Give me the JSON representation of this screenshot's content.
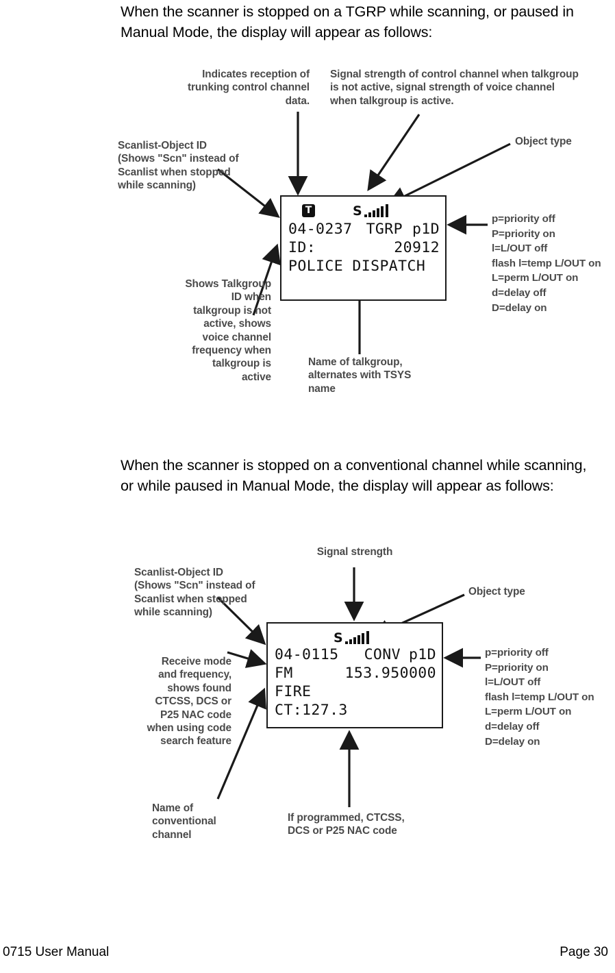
{
  "document": {
    "paragraphs": [
      "When the scanner is stopped on a TGRP while scanning, or paused in Manual Mode, the display will appear as follows:",
      "When the scanner is stopped on a conventional channel while scanning, or while paused in Manual Mode, the display will appear as follows:"
    ],
    "footer": {
      "left": "0715 User Manual",
      "right": "Page 30"
    }
  },
  "figure_1": {
    "callouts": {
      "trunking_data": "Indicates reception of\ntrunking control channel\ndata.",
      "signal_strength": "Signal strength of control channel when talkgroup\nis not active, signal strength of voice channel\nwhen talkgroup is active.",
      "scanlist_object_id": "Scanlist-Object ID\n(Shows \"Scn\"  instead of\nScanlist when stopped\nwhile scanning)",
      "object_type": "Object type",
      "talkgroup_id": "Shows Talkgroup\nID when\ntalkgroup is not\nactive, shows\nvoice channel\nfrequency when\ntalkgroup is\nactive",
      "talkgroup_name": "Name of talkgroup,\nalternates with TSYS\nname"
    },
    "legend": [
      "p=priority off",
      "P=priority on",
      "l=L/OUT off",
      "flash l=temp L/OUT on",
      "L=perm L/OUT on",
      "d=delay off",
      "D=delay on"
    ],
    "lcd": {
      "trunk_icon": "T",
      "signal_label": "S",
      "signal_bars": 6,
      "line1_left": "04-0237",
      "line1_mid": "TGRP",
      "line1_right": "p1D",
      "line2_left": "ID:",
      "line2_right": "20912",
      "line3": "POLICE DISPATCH"
    }
  },
  "figure_2": {
    "callouts": {
      "signal_strength": "Signal strength",
      "scanlist_object_id": "Scanlist-Object ID\n(Shows \"Scn\"  instead of\nScanlist when stopped\nwhile scanning)",
      "object_type": "Object type",
      "receive_mode": "Receive mode\nand frequency,\nshows found\nCTCSS, DCS or\nP25 NAC code\nwhen using code\nsearch feature",
      "channel_name": "Name of\nconventional\nchannel",
      "tone_code": "If programmed, CTCSS,\nDCS or P25 NAC code"
    },
    "legend": [
      "p=priority off",
      "P=priority on",
      "l=L/OUT off",
      "flash l=temp L/OUT on",
      "L=perm L/OUT on",
      "d=delay off",
      "D=delay on"
    ],
    "lcd": {
      "signal_label": "S",
      "signal_bars": 6,
      "line1_left": "04-0115",
      "line1_mid": "CONV",
      "line1_right": "p1D",
      "line2_left": "FM",
      "line2_right": "153.950000",
      "line3": "FIRE",
      "line4": "CT:127.3"
    }
  }
}
